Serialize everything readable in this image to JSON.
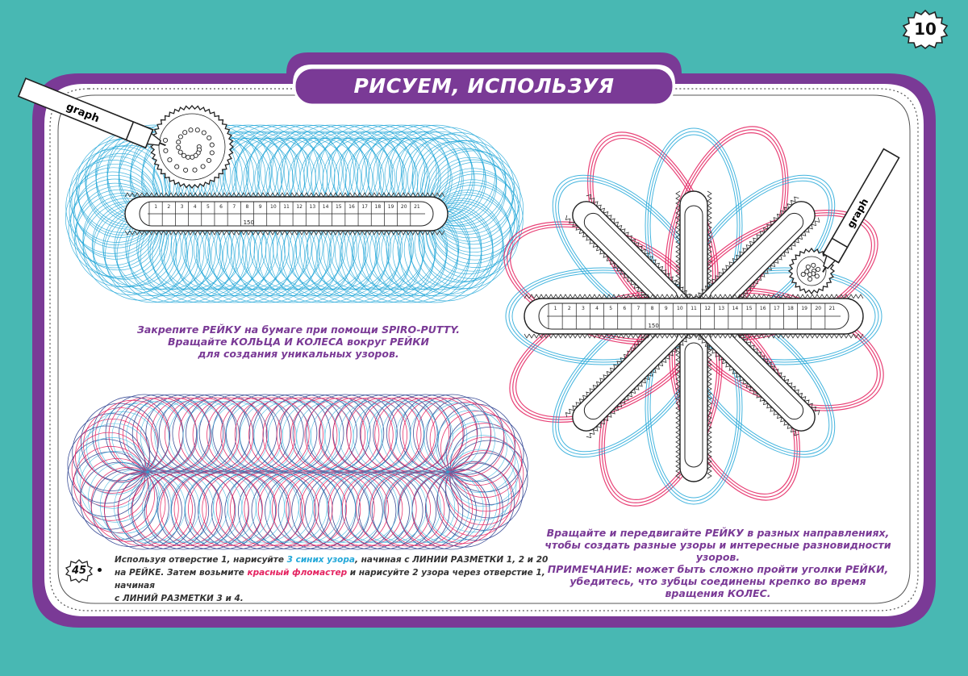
{
  "page": {
    "number": "10",
    "title": "РИСУЕМ, ИСПОЛЬЗУЯ ЗУБЧАТУЮ РЕЙКУ"
  },
  "colors": {
    "background": "#48b8b3",
    "frame": "#7a3a96",
    "blue_pattern": "#22a7d8",
    "red_pattern": "#e4215f",
    "navy_pattern": "#2b3f8f"
  },
  "rack": {
    "center_label": "150",
    "ticks": [
      "1",
      "2",
      "3",
      "4",
      "5",
      "6",
      "7",
      "8",
      "9",
      "10",
      "11",
      "12",
      "13",
      "14",
      "15",
      "16",
      "17",
      "18",
      "19",
      "20",
      "21"
    ]
  },
  "brand_text": "graph",
  "caption_top": {
    "line1": "Закрепите РЕЙКУ на бумаге при помощи SPIRO-PUTTY.",
    "line2": "Вращайте КОЛЬЦА И КОЛЕСА вокруг РЕЙКИ",
    "line3": "для создания уникальных узоров."
  },
  "caption_right": {
    "line1": "Вращайте и передвигайте РЕЙКУ в разных направлениях,",
    "line2": "чтобы создать разные узоры и интересные разновидности узоров.",
    "line3": "ПРИМЕЧАНИЕ: может быть сложно пройти уголки РЕЙКИ,",
    "line4": "убедитесь, что зубцы соединены крепко во время",
    "line5": "вращения КОЛЕС."
  },
  "step": {
    "badge": "45",
    "part1": "Используя отверстие 1, нарисуйте ",
    "highlight_blue": "3 синих узора",
    "part2": ", начиная с ЛИНИИ РАЗМЕТКИ 1, 2 и 20",
    "part3": "на РЕЙКЕ. Затем возьмите ",
    "highlight_red": "красный фломастер",
    "part4": " и нарисуйте 2 узора через отверстие 1, начиная",
    "part5": "с  ЛИНИЙ РАЗМЕТКИ 3 и 4."
  }
}
